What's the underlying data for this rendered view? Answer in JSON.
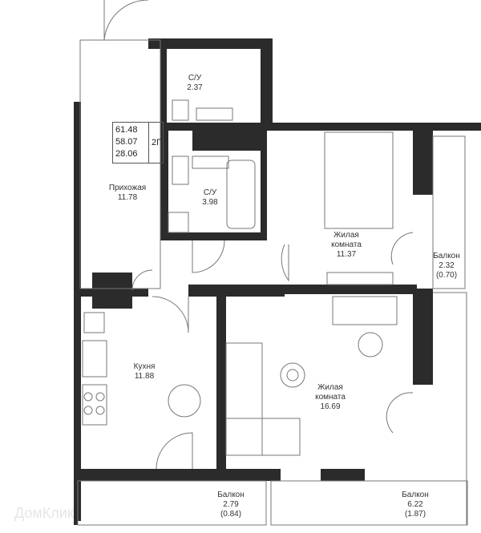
{
  "summary": {
    "total_area": "61.48",
    "living_area_total": "58.07",
    "type": "2Г",
    "living_area": "28.06"
  },
  "rooms": [
    {
      "name": "С/У",
      "area": "2.37"
    },
    {
      "name": "Прихожая",
      "area": "11.78"
    },
    {
      "name": "С/У",
      "area": "3.98"
    },
    {
      "name": "Жилая комната",
      "area": "11.37"
    },
    {
      "name": "Балкон",
      "area": "2.32",
      "reduced": "(0.70)"
    },
    {
      "name": "Кухня",
      "area": "11.88"
    },
    {
      "name": "Жилая комната",
      "area": "16.69"
    },
    {
      "name": "Балкон",
      "area": "2.79",
      "reduced": "(0.84)"
    },
    {
      "name": "Балкон",
      "area": "6.22",
      "reduced": "(1.87)"
    }
  ],
  "watermark": "ДомКлик",
  "colors": {
    "wall": "#2b2b2b",
    "line": "#777777"
  }
}
